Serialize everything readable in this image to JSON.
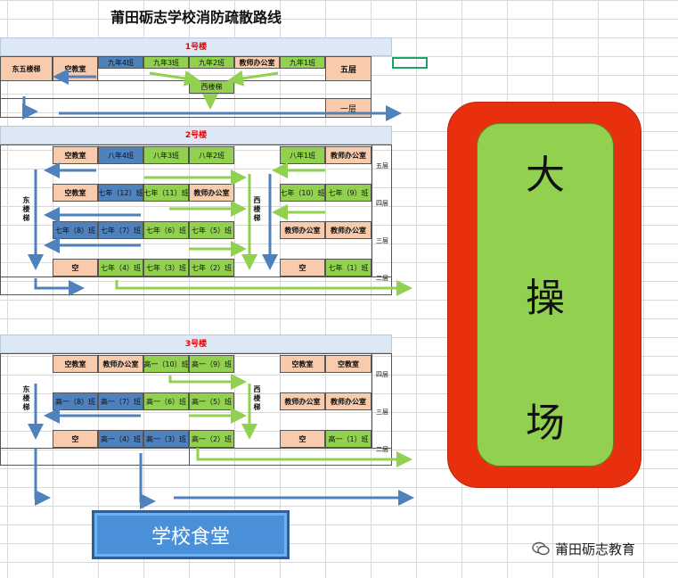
{
  "title": "莆田砺志学校消防疏散路线",
  "building1": {
    "header": "1号楼",
    "stair_east": "东五楼梯",
    "rooms": [
      "空教室",
      "九年4班",
      "九年3班",
      "九年2班",
      "教师办公室",
      "九年1班"
    ],
    "stair_west": "西楼梯",
    "floor5": "五层",
    "floor1": "一层"
  },
  "building2": {
    "header": "2号楼",
    "east_stair": "东楼梯",
    "west_stair": "西楼梯",
    "row5_left": [
      "空教室",
      "八年4班",
      "八年3班",
      "八年2班"
    ],
    "row5_right": [
      "八年1班",
      "教师办公室"
    ],
    "row4_left": [
      "空教室",
      "七年（12）班",
      "七年（11）班",
      "教师办公室"
    ],
    "row4_right": [
      "七年（10）班",
      "七年（9）班"
    ],
    "row3_left": [
      "七年（8）班",
      "七年（7）班",
      "七年（6）班",
      "七年（5）班"
    ],
    "row3_right": [
      "教师办公室",
      "教师办公室"
    ],
    "row2_left": [
      "空",
      "七年（4）班",
      "七年（3）班",
      "七年（2）班"
    ],
    "row2_right": [
      "空",
      "七年（1）班"
    ],
    "floors": [
      "五层",
      "四层",
      "三层",
      "二层"
    ]
  },
  "building3": {
    "header": "3号楼",
    "east_stair": "东楼梯",
    "west_stair": "西楼梯",
    "row4_left": [
      "空教室",
      "教师办公室",
      "高一（10）班",
      "高一（9）班"
    ],
    "row4_right": [
      "空教室",
      "空教室"
    ],
    "row3_left": [
      "高一（8）班",
      "高一（7）班",
      "高一（6）班",
      "高一（5）班"
    ],
    "row3_right": [
      "教师办公室",
      "教师办公室"
    ],
    "row2_left": [
      "空",
      "高一（4）班",
      "高一（3）班",
      "高一（2）班"
    ],
    "row2_right": [
      "空",
      "高一（1）班"
    ],
    "floors": [
      "四层",
      "三层",
      "二层"
    ]
  },
  "playground": [
    "大",
    "操",
    "场"
  ],
  "canteen": "学校食堂",
  "watermark": "莆田砺志教育",
  "colors": {
    "peach": "#f8cbad",
    "green": "#92d050",
    "blue": "#4f81bd",
    "arrow": "#4f81bd",
    "playground_outer": "#e8300f",
    "playground_inner": "#92d050",
    "band": "#dce9f5"
  }
}
